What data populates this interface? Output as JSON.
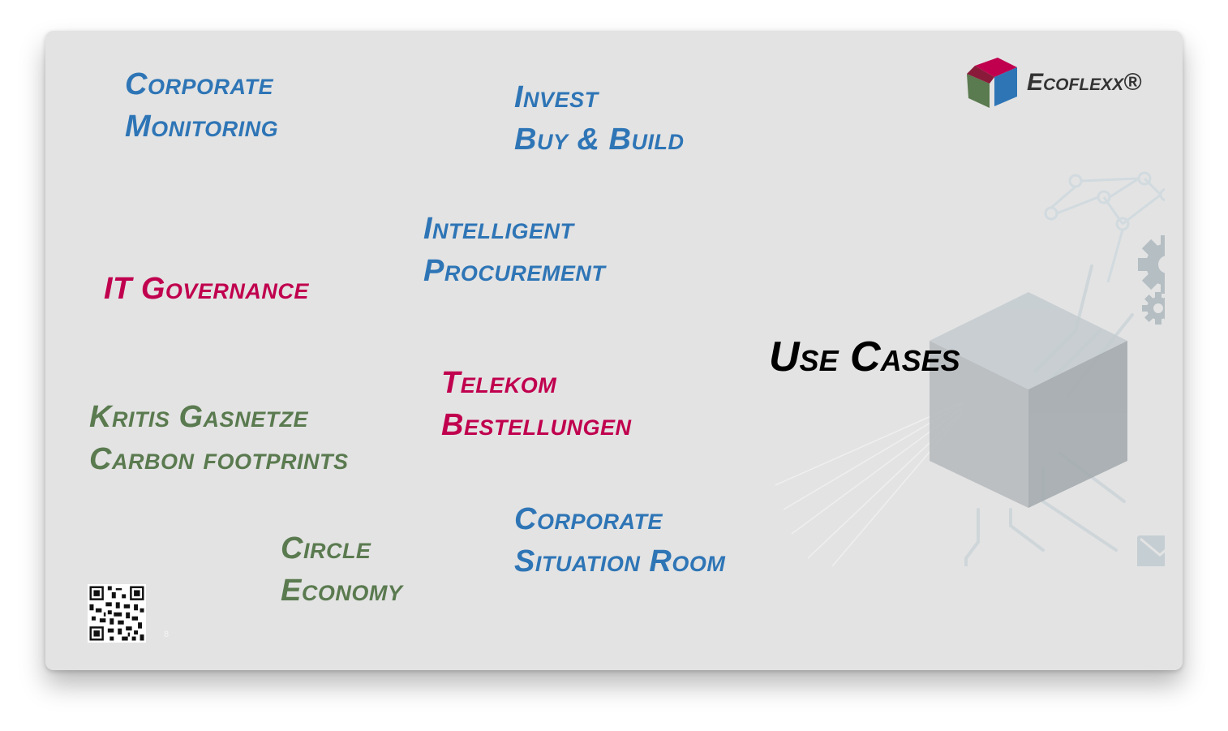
{
  "logo": {
    "text": "Ecoflexx®"
  },
  "center_label": "Use Cases",
  "topics": [
    {
      "id": "corporate-monitoring",
      "lines": [
        "Corporate",
        "Monitoring"
      ],
      "color": "#2e75b6"
    },
    {
      "id": "invest-buy-build",
      "lines": [
        "Invest",
        "Buy & Build"
      ],
      "color": "#2e75b6"
    },
    {
      "id": "intelligent-procurement",
      "lines": [
        "Intelligent",
        "Procurement"
      ],
      "color": "#2e75b6"
    },
    {
      "id": "it-governance",
      "lines": [
        "IT Governance"
      ],
      "color": "#c0004e"
    },
    {
      "id": "telekom-bestellungen",
      "lines": [
        "Telekom",
        "Bestellungen"
      ],
      "color": "#c0004e"
    },
    {
      "id": "kritis-carbon",
      "lines": [
        "Kritis Gasnetze",
        "Carbon footprints"
      ],
      "color": "#5a7a4f"
    },
    {
      "id": "circle-economy",
      "lines": [
        "Circle",
        "Economy"
      ],
      "color": "#5a7a4f"
    },
    {
      "id": "corporate-situation-room",
      "lines": [
        "Corporate",
        "Situation Room"
      ],
      "color": "#2e75b6"
    }
  ],
  "page_number": "8",
  "icons": [
    "cube-logo-icon",
    "network-icon",
    "gear-icon",
    "small-gear-icon",
    "email-icon",
    "chat-icon",
    "chat-outline-icon",
    "phone-icon",
    "qr-code-icon"
  ]
}
